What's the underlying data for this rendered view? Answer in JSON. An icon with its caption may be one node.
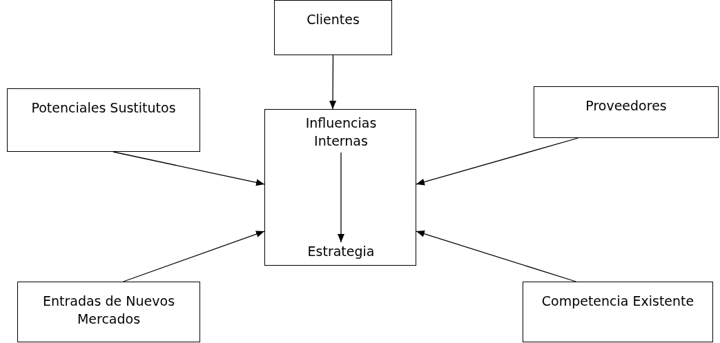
{
  "diagram": {
    "nodes": [
      {
        "text": [
          "Clientes"
        ]
      },
      {
        "text": [
          "Potenciales Sustitutos"
        ]
      },
      {
        "text": [
          "Proveedores"
        ]
      },
      {
        "text": [],
        "shape": "box"
      },
      {
        "text": [
          "Influencias Internas"
        ],
        "in": 3
      },
      {
        "text": [
          "Estrategia"
        ],
        "in": 3
      },
      {
        "text": [
          "Entradas de Nuevos Mercados"
        ]
      },
      {
        "text": [
          "Competencia Existente"
        ]
      }
    ],
    "edges": [
      {
        "from": 0,
        "to": 3,
        "arrow": "to"
      },
      {
        "from": 1,
        "to": 3,
        "arrow": "to"
      },
      {
        "from": 2,
        "to": 3,
        "arrow": "to"
      },
      {
        "from": 6,
        "to": 3,
        "arrow": "to"
      },
      {
        "from": 7,
        "to": 3,
        "arrow": "to"
      },
      {
        "from": 4,
        "to": 5,
        "arrow": "to"
      }
    ]
  }
}
